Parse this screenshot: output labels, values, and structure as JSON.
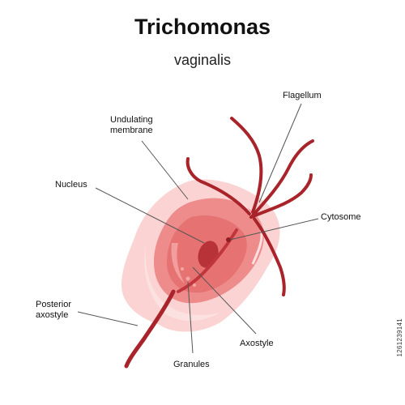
{
  "header": {
    "title": "Trichomonas",
    "subtitle": "vaginalis"
  },
  "labels": {
    "flagellum": "Flagellum",
    "undulating_membrane_line1": "Undulating",
    "undulating_membrane_line2": "membrane",
    "nucleus": "Nucleus",
    "cytosome": "Cytosome",
    "posterior_axostyle_line1": "Posterior",
    "posterior_axostyle_line2": "axostyle",
    "axostyle": "Axostyle",
    "granules": "Granules"
  },
  "stock_id": "1261239141",
  "colors": {
    "outer_membrane": "#fbd3d3",
    "outer_membrane_light": "#fde5e5",
    "body": "#ee8c8c",
    "body_inner": "#e67272",
    "body_highlight": "#f6b1b1",
    "flagella": "#a8242a",
    "leader_line": "#555555"
  }
}
